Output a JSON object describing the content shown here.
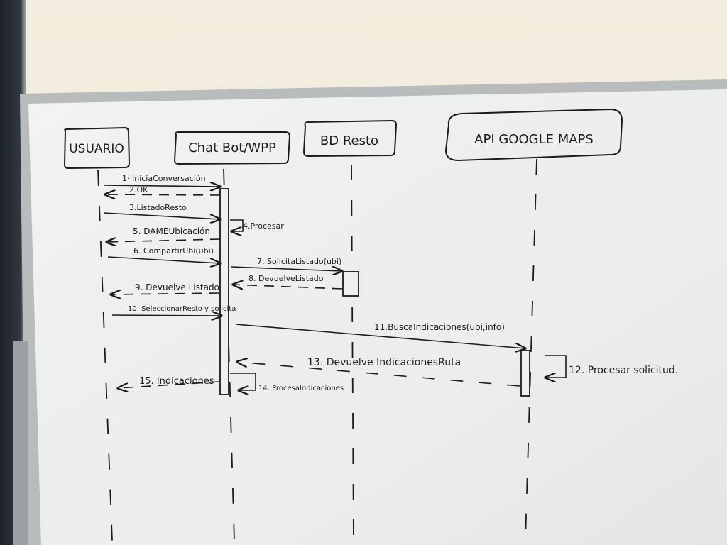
{
  "participants": [
    {
      "id": "usuario",
      "label": "USUARIO"
    },
    {
      "id": "chatbot",
      "label": "Chat Bot/WPP"
    },
    {
      "id": "bd",
      "label": "BD Resto"
    },
    {
      "id": "api",
      "label": "API GOOGLE MAPS"
    }
  ],
  "messages": [
    {
      "id": "m1",
      "label": "1· IniciaConversación"
    },
    {
      "id": "m2",
      "label": "2.OK"
    },
    {
      "id": "m3",
      "label": "3.ListadoResto"
    },
    {
      "id": "m4",
      "label": "4.Procesar"
    },
    {
      "id": "m5",
      "label": "5. DAMEUbicación"
    },
    {
      "id": "m6",
      "label": "6. CompartirUbi(ubi)"
    },
    {
      "id": "m7",
      "label": "7. SolicitaListado(ubi)"
    },
    {
      "id": "m8",
      "label": "8. DevuelveListado"
    },
    {
      "id": "m9",
      "label": "9. Devuelve Listado"
    },
    {
      "id": "m10",
      "label": "10. SeleccionarResto y solicita"
    },
    {
      "id": "m11",
      "label": "11.BuscaIndicaciones(ubi,info)"
    },
    {
      "id": "m12",
      "label": "12. Procesar solicitud."
    },
    {
      "id": "m13",
      "label": "13. Devuelve IndicacionesRuta"
    },
    {
      "id": "m14",
      "label": "14. ProcesaIndicaciones"
    },
    {
      "id": "m15",
      "label": "15. Indicaciones"
    }
  ]
}
